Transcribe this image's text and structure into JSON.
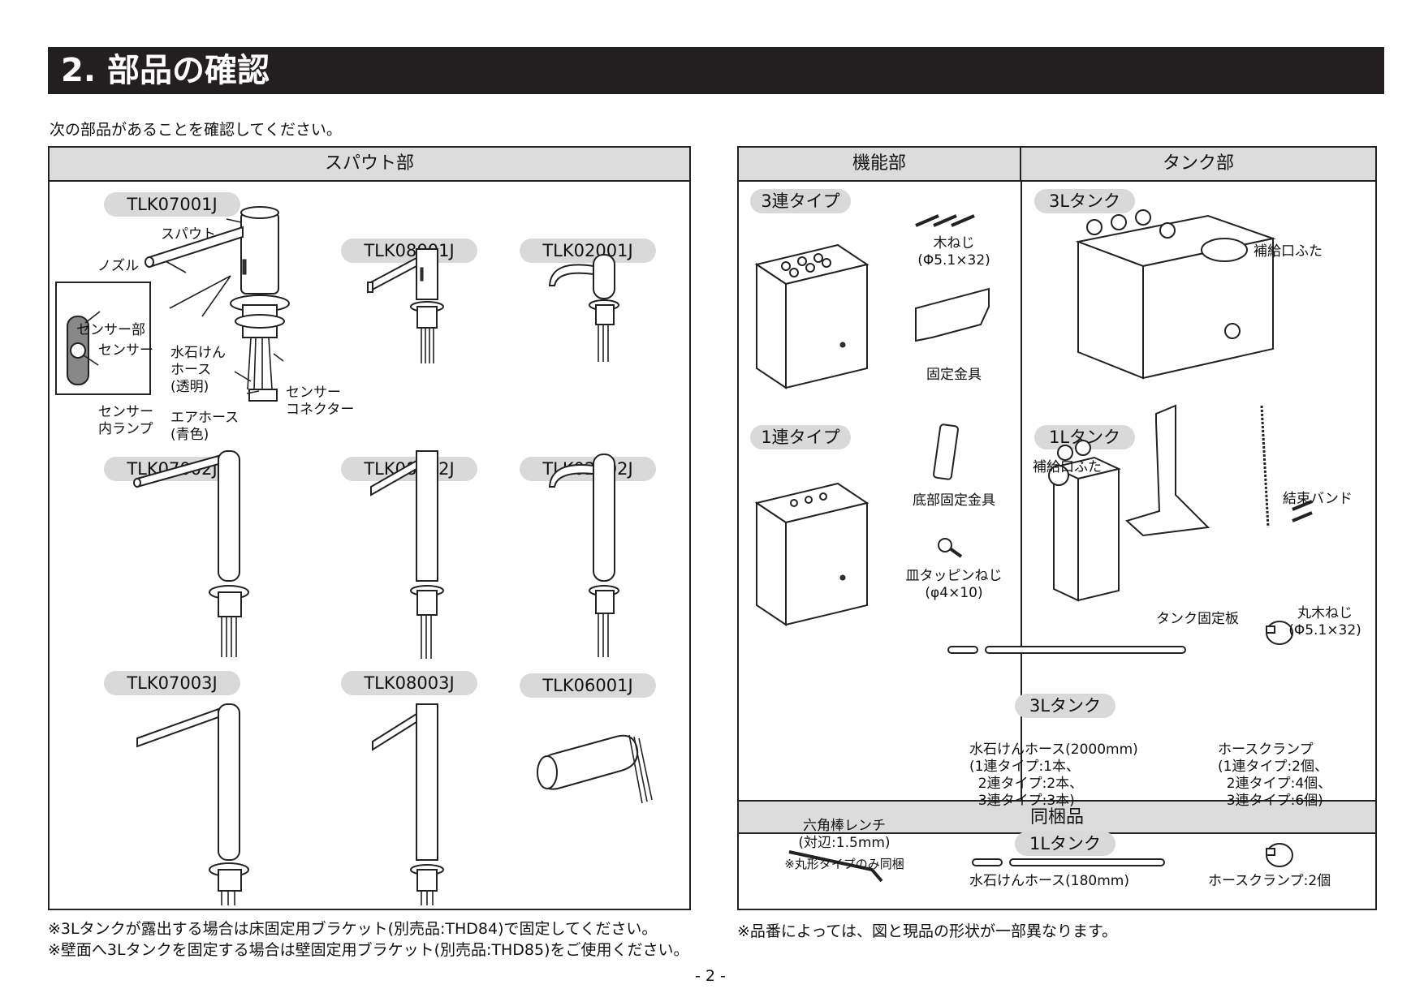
{
  "header": {
    "title": "2. 部品の確認"
  },
  "intro": "次の部品があることを確認してください。",
  "spout": {
    "heading": "スパウト部",
    "models": [
      "TLK07001J",
      "TLK08001J",
      "TLK02001J",
      "TLK07002J",
      "TLK08002J",
      "TLK02002J",
      "TLK07003J",
      "TLK08003J",
      "TLK06001J"
    ],
    "labels": {
      "spout": "スパウト",
      "nozzle": "ノズル",
      "sensor_section": "センサー部",
      "sensor": "センサー",
      "sensor_lamp": "センサー\n内ランプ",
      "soap_hose": "水石けん\nホース\n(透明)",
      "air_hose": "エアホース\n(青色)",
      "sensor_connector": "センサー\nコネクター"
    }
  },
  "function": {
    "heading": "機能部",
    "type3": "3連タイプ",
    "type1": "1連タイプ",
    "wood_screw": "木ねじ\n(Φ5.1×32)",
    "fixing_bracket": "固定金具",
    "bottom_bracket": "底部固定金具",
    "tapping_screw": "皿タッピンねじ\n(φ4×10)"
  },
  "tank": {
    "heading": "タンク部",
    "tank3l": "3Lタンク",
    "tank1l": "1Lタンク",
    "refill_cap": "補給口ふた",
    "refill_cap2": "補給口ふた",
    "tank_plate": "タンク固定板",
    "cable_band": "結束バンド",
    "round_screw": "丸木ねじ\n(Φ5.1×32)"
  },
  "bundled": {
    "heading": "同梱品",
    "tank3l": "3Lタンク",
    "tank1l": "1Lタンク",
    "hex_wrench": "六角棒レンチ\n(対辺:1.5mm)",
    "hex_note": "※丸形タイプのみ同梱",
    "hose3l": "水石けんホース(2000mm)\n(1連タイプ:1本、\n  2連タイプ:2本、\n  3連タイプ:3本)",
    "clamp3l": "ホースクランプ\n(1連タイプ:2個、\n  2連タイプ:4個、\n  3連タイプ:6個)",
    "hose1l": "水石けんホース(180mm)",
    "clamp1l": "ホースクランプ:2個"
  },
  "notes": {
    "left1": "※3Lタンクが露出する場合は床固定用ブラケット(別売品:THD84)で固定してください。",
    "left2": "※壁面へ3Lタンクを固定する場合は壁固定用ブラケット(別売品:THD85)をご使用ください。",
    "right": "※品番によっては、図と現品の形状が一部異なります。"
  },
  "page_number": "- 2 -"
}
